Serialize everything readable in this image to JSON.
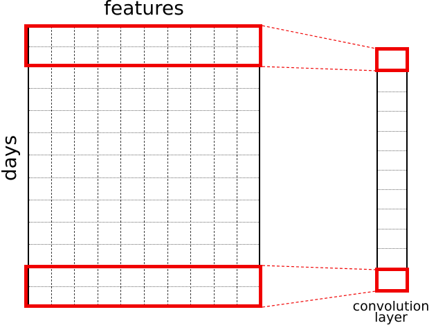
{
  "labels": {
    "features": "features",
    "days": "days",
    "conv_line1": "convolution",
    "conv_line2": "layer"
  },
  "matrix": {
    "rows": 13,
    "cols": 10,
    "kernel_window_rows": 2,
    "top_window_row_start": 1,
    "bottom_window_row_start": 12
  },
  "conv_layer": {
    "cells": 12,
    "highlighted_cells": [
      1,
      12
    ]
  },
  "colors": {
    "highlight_red": "#f00000",
    "grid_border": "#000000",
    "grid_vline": "#3a3a3a",
    "grid_hline": "#6a6a6a"
  }
}
